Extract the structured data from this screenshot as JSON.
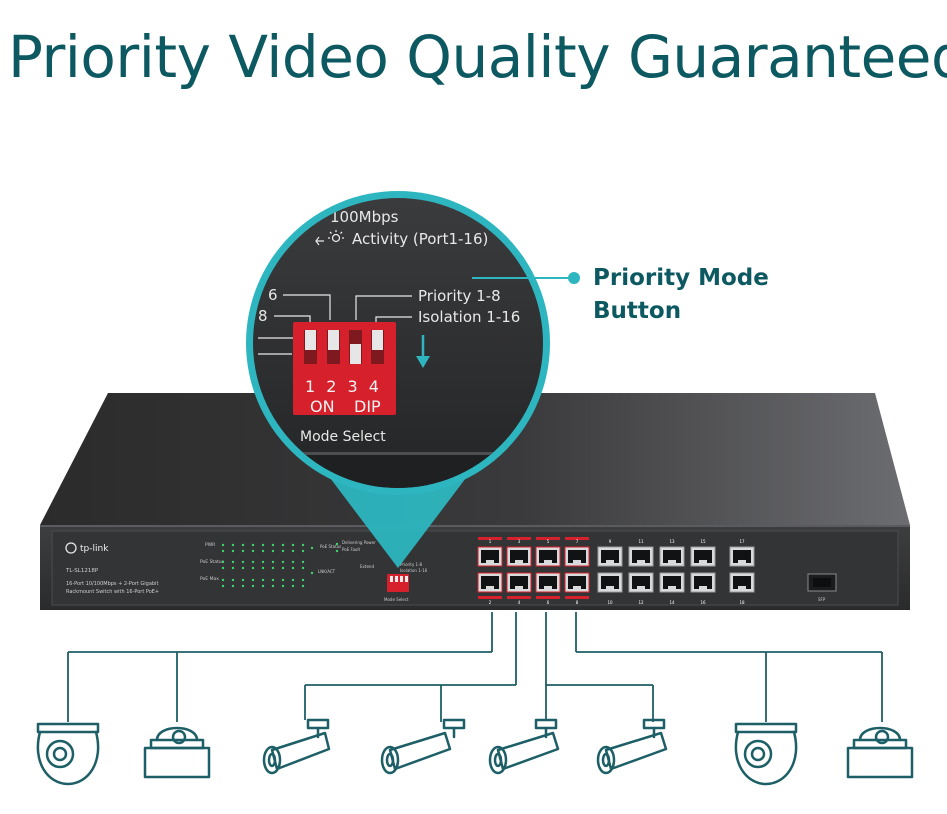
{
  "headline": "Priority Video Quality Guaranteed",
  "callout": {
    "line1": "Priority Mode",
    "line2": "Button"
  },
  "zoom": {
    "speed_partial": "100Mbps",
    "activity": "Activity (Port1-16)",
    "priority": "Priority 1-8",
    "isolation": "Isolation 1-16",
    "left_fragment_1": "6",
    "left_fragment_2": "8",
    "dip_numbers": "1 2 3 4",
    "dip_on": "ON",
    "dip_label": "DIP",
    "mode_select": "Mode Select"
  },
  "switch": {
    "brand": "tp-link",
    "model": "TL-SL1218P",
    "desc1": "16-Port 10/100Mbps + 2-Port Gigabit",
    "desc2": "Rackmount Switch with 16-Port PoE+",
    "pwr": "PWR",
    "poe_status": "PoE Status",
    "poe_max": "PoE Max",
    "led_poe_status": "PoE Status",
    "led_delivery_power": "Delivering Power",
    "led_poe_fault": "PoE Fault",
    "led_lnk_act": "LNK/ACT",
    "extend": "Extend",
    "priority_small": "Priority 1-8",
    "isolation_small": "Isolation 1-16",
    "mode_select_small": "Mode Select",
    "sfp": "SFP",
    "port_top_numbers": [
      "1",
      "3",
      "5",
      "7",
      "9",
      "11",
      "13",
      "15",
      "17"
    ],
    "port_bottom_numbers": [
      "2",
      "4",
      "6",
      "8",
      "10",
      "12",
      "14",
      "16",
      "18"
    ]
  },
  "colors": {
    "teal": "#0d5961",
    "accent": "#2db6c0",
    "dip_red": "#d6202b"
  },
  "cameras": [
    "dome-camera-icon",
    "dome-camera-icon",
    "bullet-camera-icon",
    "bullet-camera-icon",
    "bullet-camera-icon",
    "bullet-camera-icon",
    "dome-camera-icon",
    "dome-camera-icon"
  ]
}
